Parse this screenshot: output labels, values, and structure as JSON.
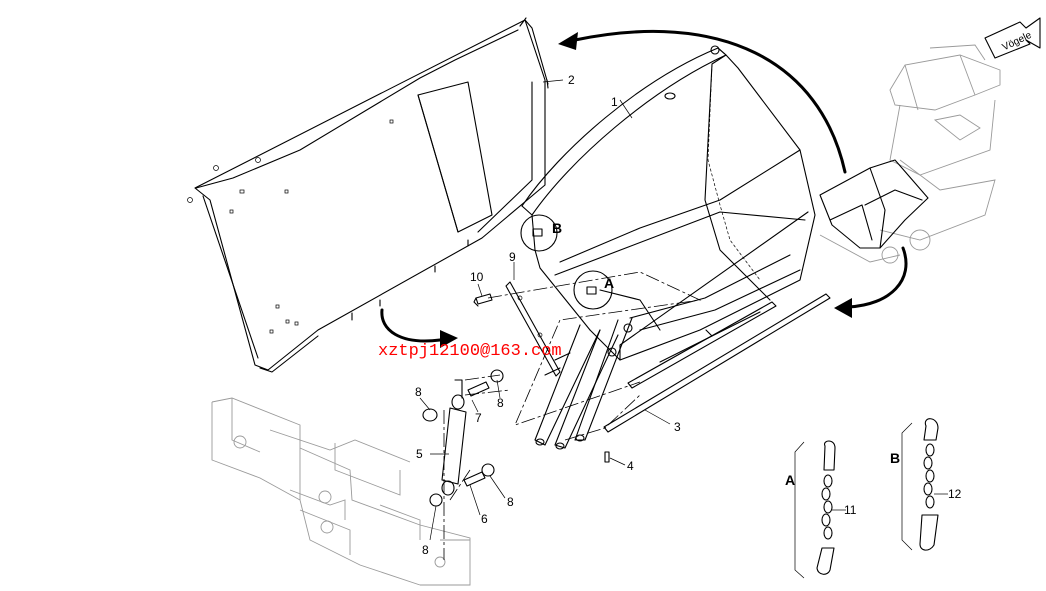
{
  "callouts": {
    "c1": "1",
    "c2": "2",
    "c3": "3",
    "c4": "4",
    "c5": "5",
    "c6": "6",
    "c7": "7",
    "c8a": "8",
    "c8b": "8",
    "c8c": "8",
    "c8d": "8",
    "c9": "9",
    "c10": "10",
    "c11": "11",
    "c12": "12"
  },
  "details": {
    "detail_a": "A",
    "detail_b": "B",
    "detail_a_big": "A",
    "detail_b_big": "B"
  },
  "logo_text": "Vögele",
  "watermark": "xztpj12100@163.com"
}
